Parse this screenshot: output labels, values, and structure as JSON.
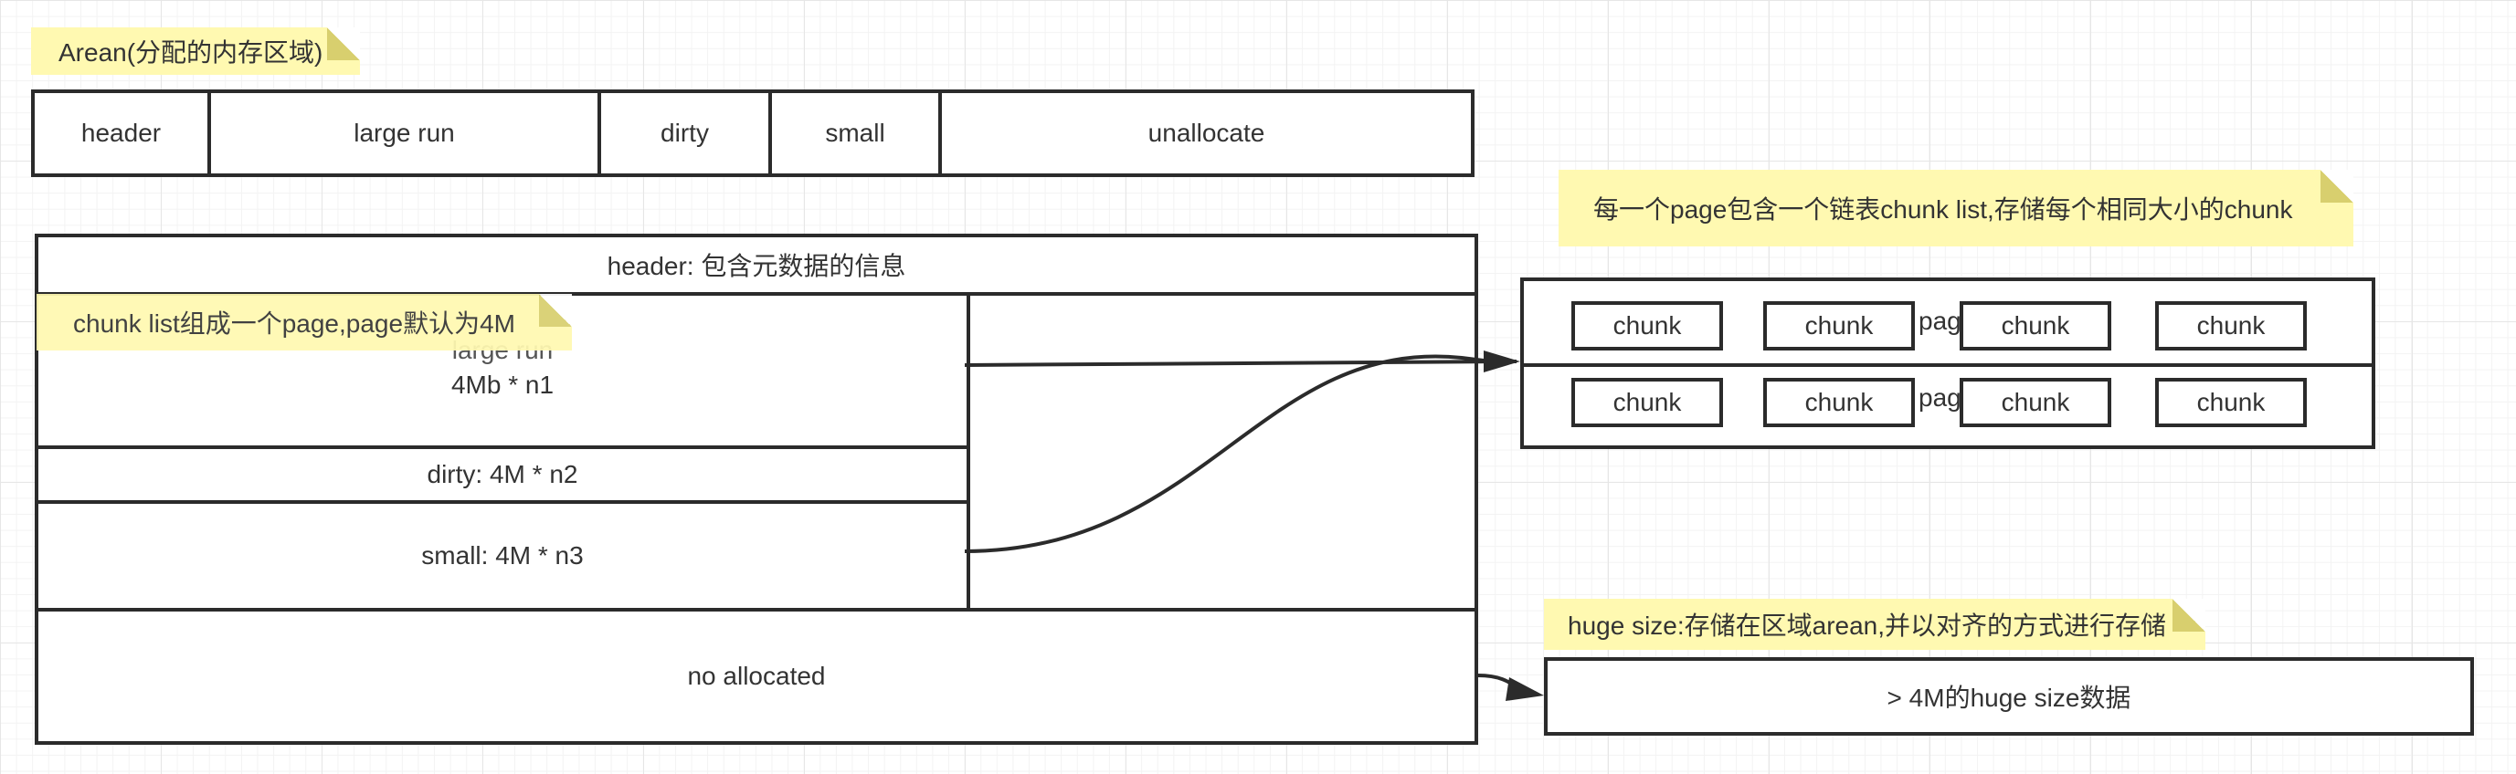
{
  "notes": {
    "arena": "Arean(分配的内存区域)",
    "chunk_list": "chunk list组成一个page,page默认为4M",
    "page_chunks": "每一个page包含一个链表chunk list,存储每个相同大小的chunk",
    "huge": "huge size:存储在区域arean,并以对齐的方式进行存储"
  },
  "arena_bar": [
    "header",
    "large run",
    "dirty",
    "small",
    "unallocate"
  ],
  "detail": {
    "header": "header: 包含元数据的信息",
    "large_run_title": "large run",
    "large_run_size": "4Mb * n1",
    "dirty": "dirty: 4M * n2",
    "small": "small: 4M * n3",
    "no_allocated": "no allocated"
  },
  "pages": {
    "row1": [
      "chunk",
      "chunk",
      "chunk",
      "chunk"
    ],
    "row2": [
      "chunk",
      "chunk",
      "chunk",
      "chunk"
    ],
    "pag_label_1": "pag",
    "pag_label_2": "pag"
  },
  "huge_box": "> 4M的huge size数据"
}
